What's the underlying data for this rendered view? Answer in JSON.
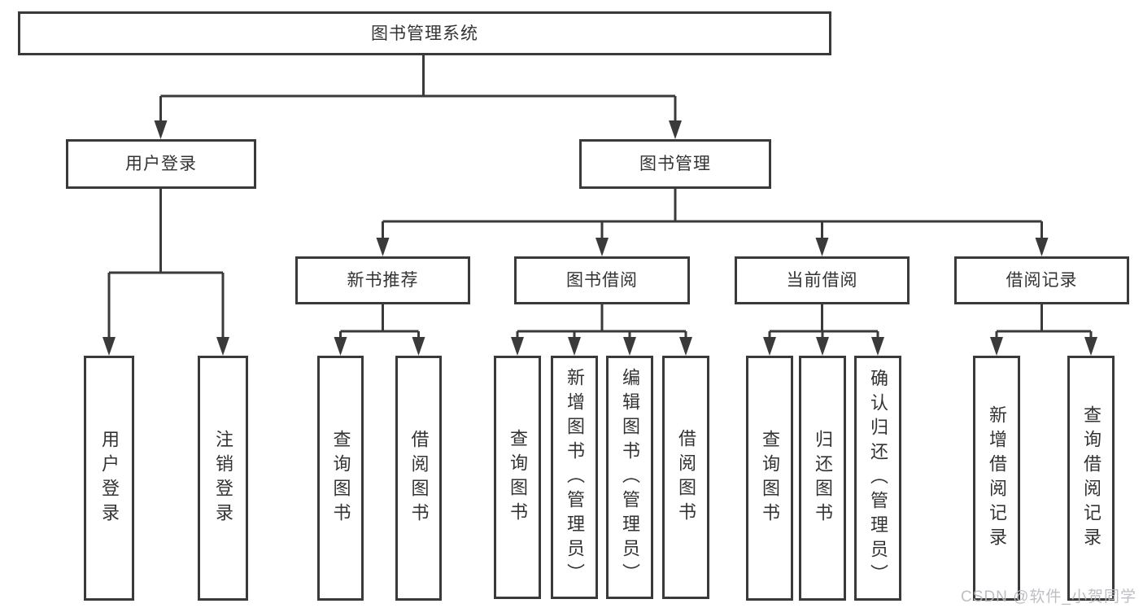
{
  "tree": {
    "root": {
      "label": "图书管理系统"
    },
    "branches": [
      {
        "label": "用户登录",
        "children": [
          {
            "label": "用户登录"
          },
          {
            "label": "注销登录"
          }
        ]
      },
      {
        "label": "图书管理",
        "children": [
          {
            "label": "新书推荐",
            "children": [
              {
                "label": "查询图书"
              },
              {
                "label": "借阅图书"
              }
            ]
          },
          {
            "label": "图书借阅",
            "children": [
              {
                "label": "查询图书"
              },
              {
                "label": "新增图书（管理员）"
              },
              {
                "label": "编辑图书（管理员）"
              },
              {
                "label": "借阅图书"
              }
            ]
          },
          {
            "label": "当前借阅",
            "children": [
              {
                "label": "查询图书"
              },
              {
                "label": "归还图书"
              },
              {
                "label": "确认归还（管理员）"
              }
            ]
          },
          {
            "label": "借阅记录",
            "children": [
              {
                "label": "新增借阅记录"
              },
              {
                "label": "查询借阅记录"
              }
            ]
          }
        ]
      }
    ]
  },
  "watermark": {
    "text": "CSDN @软件_小贺同学"
  },
  "colors": {
    "line": "#3a3a3a",
    "text": "#333333",
    "watermark": "#b9b9c0",
    "bg": "#ffffff"
  }
}
